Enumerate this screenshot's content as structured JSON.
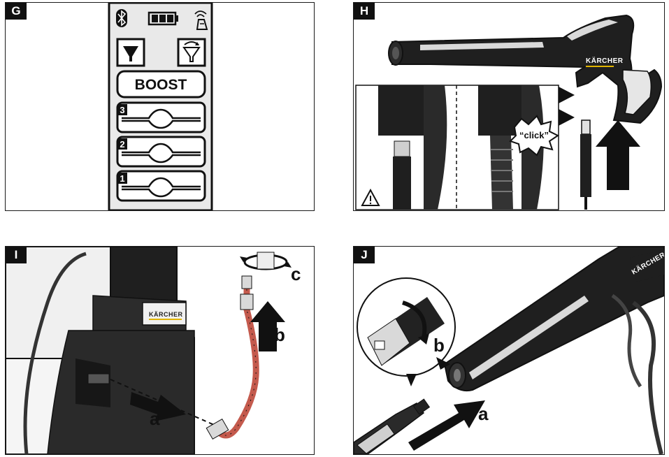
{
  "panels": {
    "g": {
      "label": "G",
      "display": {
        "boost_label": "BOOST",
        "slots": [
          "3",
          "2",
          "1"
        ]
      }
    },
    "h": {
      "label": "H",
      "brand": "KÄRCHER",
      "click_label": "“click”"
    },
    "i": {
      "label": "I",
      "brand": "KÄRCHER",
      "step_labels": [
        "a",
        "b",
        "c"
      ]
    },
    "j": {
      "label": "J",
      "brand": "KÄRCHER",
      "step_labels": [
        "a",
        "b"
      ]
    }
  },
  "colors": {
    "display_bg": "#e9e9e9",
    "outline": "#111111",
    "device_dark": "#1f1f1f",
    "hose_red": "#c45a4d"
  },
  "icons": [
    "bluetooth-icon",
    "battery-icon",
    "wireless-gun-icon",
    "detergent-off-icon",
    "detergent-rotate-icon",
    "warning-icon"
  ]
}
